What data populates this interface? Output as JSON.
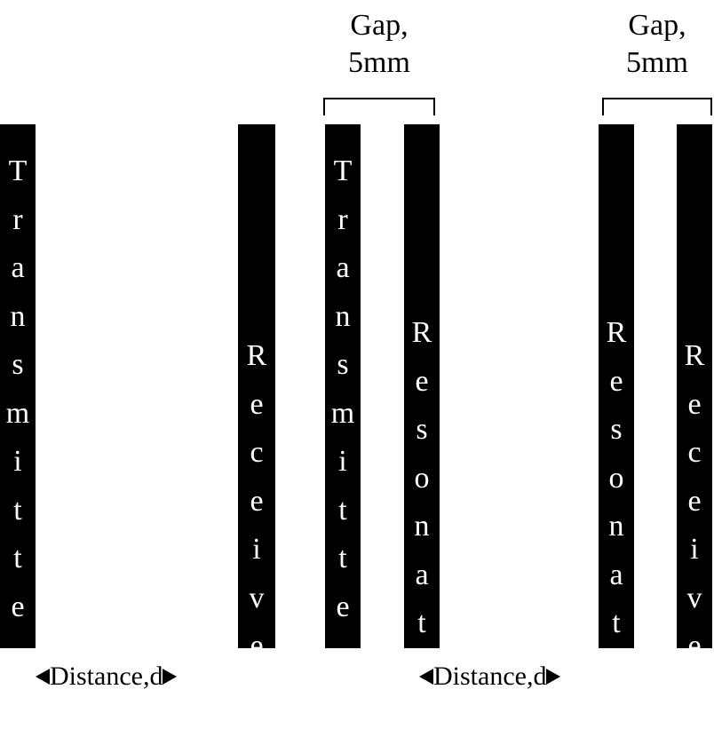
{
  "bars": [
    {
      "id": "transmitter-1",
      "text": "Transmitter"
    },
    {
      "id": "receiver-1",
      "text": "Receiver"
    },
    {
      "id": "transmitter-2",
      "text": "Transmitter"
    },
    {
      "id": "resonator-1",
      "text": "Resonator"
    },
    {
      "id": "resonator-2",
      "text": "Resonator"
    },
    {
      "id": "receiver-2",
      "text": "Receiver"
    }
  ],
  "gap_labels": [
    {
      "text": "Gap,\n5mm"
    },
    {
      "text": "Gap,\n5mm"
    }
  ],
  "distance_labels": [
    {
      "text": "Distance,d"
    },
    {
      "text": "Distance,d"
    }
  ]
}
